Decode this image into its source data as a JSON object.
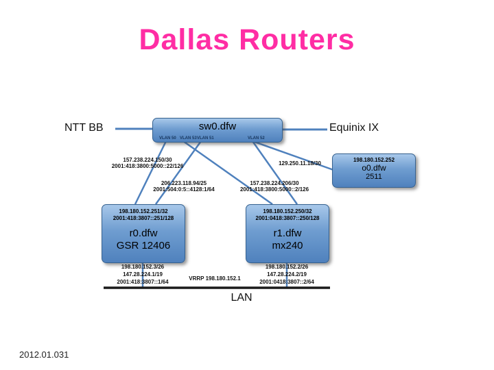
{
  "slide": {
    "title": "Dallas Routers",
    "footer": "2012.01.031"
  },
  "colors": {
    "title": "#ff2da4",
    "box_blue": "#4f81bd",
    "wire_blue": "#4f81bd",
    "lan_black": "#1a1a1a"
  },
  "nodes": {
    "ntt": {
      "label": "NTT BB"
    },
    "equinix": {
      "label": "Equinix IX"
    },
    "switch": {
      "name": "sw0.dfw",
      "vlans": [
        "VLAN 50",
        "VLAN 53",
        "VLAN 51",
        "VLAN 52"
      ]
    },
    "o0": {
      "ip": "198.180.152.252",
      "name": "o0.dfw",
      "model": "2511"
    },
    "r0": {
      "ipv4": "198.180.152.251/32",
      "ipv6": "2001:418:3807::251/128",
      "name": "r0.dfw",
      "model": "GSR 12406"
    },
    "r1": {
      "ipv4": "198.180.152.250/32",
      "ipv6": "2001:0418:3807::250/128",
      "name": "r1.dfw",
      "model": "mx240"
    }
  },
  "link_labels": {
    "ntt_r0": {
      "line1": "157.238.224.150/30",
      "line2": "2001:418:3800:5000::22/126"
    },
    "ntt_o0": {
      "line1": "129.250.11.18/30"
    },
    "equinix": {
      "line1": "206.223.118.94/25",
      "line2": "2001:504:0:5::4128:1/64"
    },
    "ntt_r1": {
      "line1": "157.238.224.206/30",
      "line2": "2001:418:3800:5000::2/126"
    }
  },
  "lan": {
    "label": "LAN",
    "vrrp": "VRRP 198.180.152.1",
    "r0_addrs": [
      "198.180.152.3/26",
      "147.28.224.1/19",
      "2001:418:3807::1/64"
    ],
    "r1_addrs": [
      "198.180.152.2/26",
      "147.28.224.2/19",
      "2001:0418:3807::2/64"
    ]
  }
}
